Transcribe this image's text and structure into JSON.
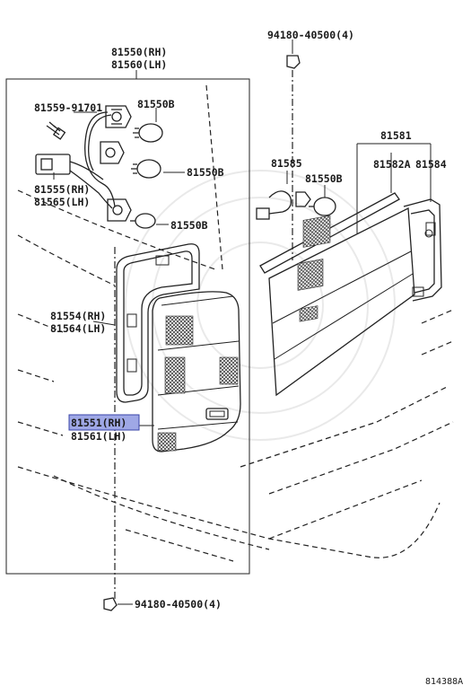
{
  "labels": {
    "bolt_top": "94180-40500(4)",
    "lamp_rh": "81550(RH)",
    "lamp_lh": "81560(LH)",
    "screw": "81559-91701",
    "bulb_a": "81550B",
    "bulb_b": "81550B",
    "bulb_c": "81550B",
    "socket_rh": "81555(RH)",
    "socket_lh": "81565(LH)",
    "gasket_rh": "81554(RH)",
    "gasket_lh": "81564(LH)",
    "lens_rh": "81551(RH)",
    "lens_lh": "81561(LH)",
    "garnish": "81581",
    "socket_wire": "81585",
    "bulb_d": "81550B",
    "garnish_a": "81582A",
    "garnish_b": "81584",
    "bolt_bottom": "94180-40500(4)",
    "diagram_code": "814388A"
  },
  "colors": {
    "highlight": "#9fa8e6",
    "line": "#222222"
  }
}
